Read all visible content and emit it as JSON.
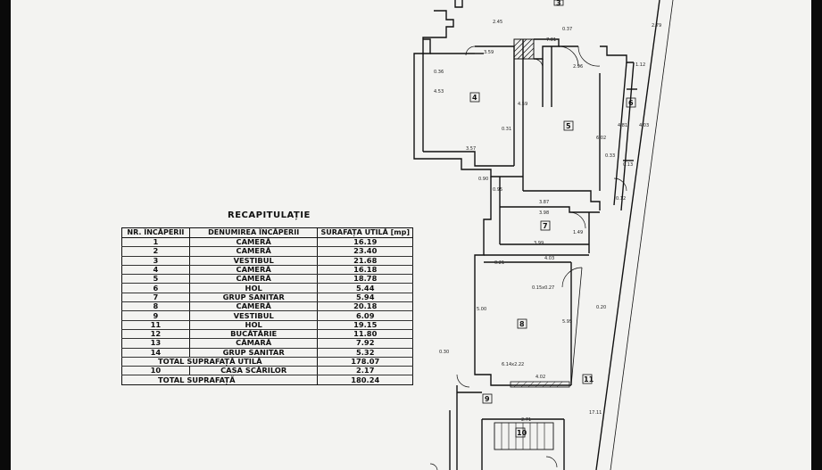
{
  "recap": {
    "title": "RECAPITULAȚIE",
    "headers": {
      "nr": "NR. ÎNCĂPERII",
      "name": "DENUMIREA ÎNCĂPERII",
      "area": "SURAFAȚA UTILĂ [mp]"
    },
    "rows": [
      {
        "nr": "1",
        "name": "CAMERĂ",
        "area": "16.19"
      },
      {
        "nr": "2",
        "name": "CAMERĂ",
        "area": "23.40"
      },
      {
        "nr": "3",
        "name": "VESTIBUL",
        "area": "21.68"
      },
      {
        "nr": "4",
        "name": "CAMERĂ",
        "area": "16.18"
      },
      {
        "nr": "5",
        "name": "CAMERĂ",
        "area": "18.78"
      },
      {
        "nr": "6",
        "name": "HOL",
        "area": "5.44"
      },
      {
        "nr": "7",
        "name": "GRUP SANITAR",
        "area": "5.94"
      },
      {
        "nr": "8",
        "name": "CAMERĂ",
        "area": "20.18"
      },
      {
        "nr": "9",
        "name": "VESTIBUL",
        "area": "6.09"
      },
      {
        "nr": "11",
        "name": "HOL",
        "area": "19.15"
      },
      {
        "nr": "12",
        "name": "BUCĂTĂRIE",
        "area": "11.80"
      },
      {
        "nr": "13",
        "name": "CĂMARĂ",
        "area": "7.92"
      },
      {
        "nr": "14",
        "name": "GRUP SANITAR",
        "area": "5.32"
      }
    ],
    "total_util": {
      "label": "TOTAL SUPRAFAȚĂ UTILĂ",
      "area": "178.07"
    },
    "stairs": {
      "nr": "10",
      "name": "CASA SCĂRILOR",
      "area": "2.17"
    },
    "total": {
      "label": "TOTAL SUPRAFAȚĂ",
      "area": "180.24"
    }
  },
  "plan": {
    "rooms": [
      "3",
      "4",
      "5",
      "6",
      "7",
      "8",
      "9",
      "10",
      "11"
    ],
    "dims": {
      "d_359": "3.59",
      "d_781": "7.81",
      "d_296": "2.96",
      "d_453": "4.53",
      "d_459": "4.59",
      "d_357": "3.57",
      "d_031": "0.31",
      "d_602": "6.02",
      "d_033": "0.33",
      "d_013": "0.13",
      "d_481": "4.81",
      "d_403": "4.03",
      "d_387": "3.87",
      "d_398": "3.98",
      "d_399": "3.99",
      "d_149": "1.49",
      "d_403b": "4.03",
      "d_500": "5.00",
      "d_595": "5.95",
      "d_020": "0.20",
      "d_030": "0.30",
      "d_402": "4.02",
      "d_271": "2.71",
      "d_1711": "17.11",
      "d_279": "2.79",
      "d_015": "0.15x0.27",
      "d_614": "6.14x2.22",
      "d_090": "0.90",
      "d_095": "0.95",
      "d_245": "2.45",
      "d_037": "0.37",
      "d_012": "0.12",
      "d_021": "0.21",
      "d_036": "0.36",
      "d_112": "1.12"
    }
  }
}
